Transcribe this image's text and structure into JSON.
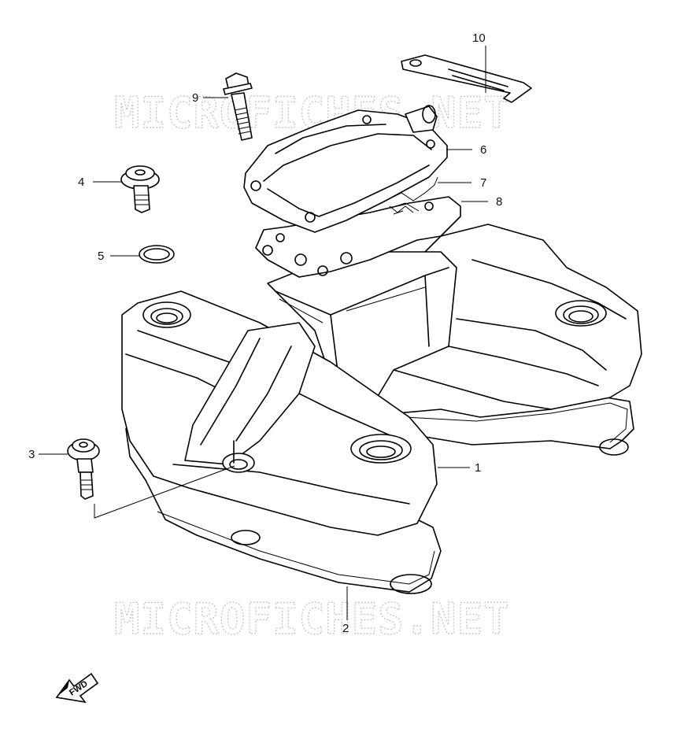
{
  "watermark": {
    "text": "MICROFICHES.NET"
  },
  "forward_arrow": {
    "label": "FWD"
  },
  "callouts": [
    {
      "id": "1",
      "label": "1"
    },
    {
      "id": "2",
      "label": "2"
    },
    {
      "id": "3",
      "label": "3"
    },
    {
      "id": "4",
      "label": "4"
    },
    {
      "id": "5",
      "label": "5"
    },
    {
      "id": "6",
      "label": "6"
    },
    {
      "id": "7",
      "label": "7"
    },
    {
      "id": "8",
      "label": "8"
    },
    {
      "id": "9",
      "label": "9"
    },
    {
      "id": "10",
      "label": "10"
    }
  ],
  "colors": {
    "line": "#000000",
    "background": "#ffffff",
    "watermark": "#c8c8c8"
  }
}
